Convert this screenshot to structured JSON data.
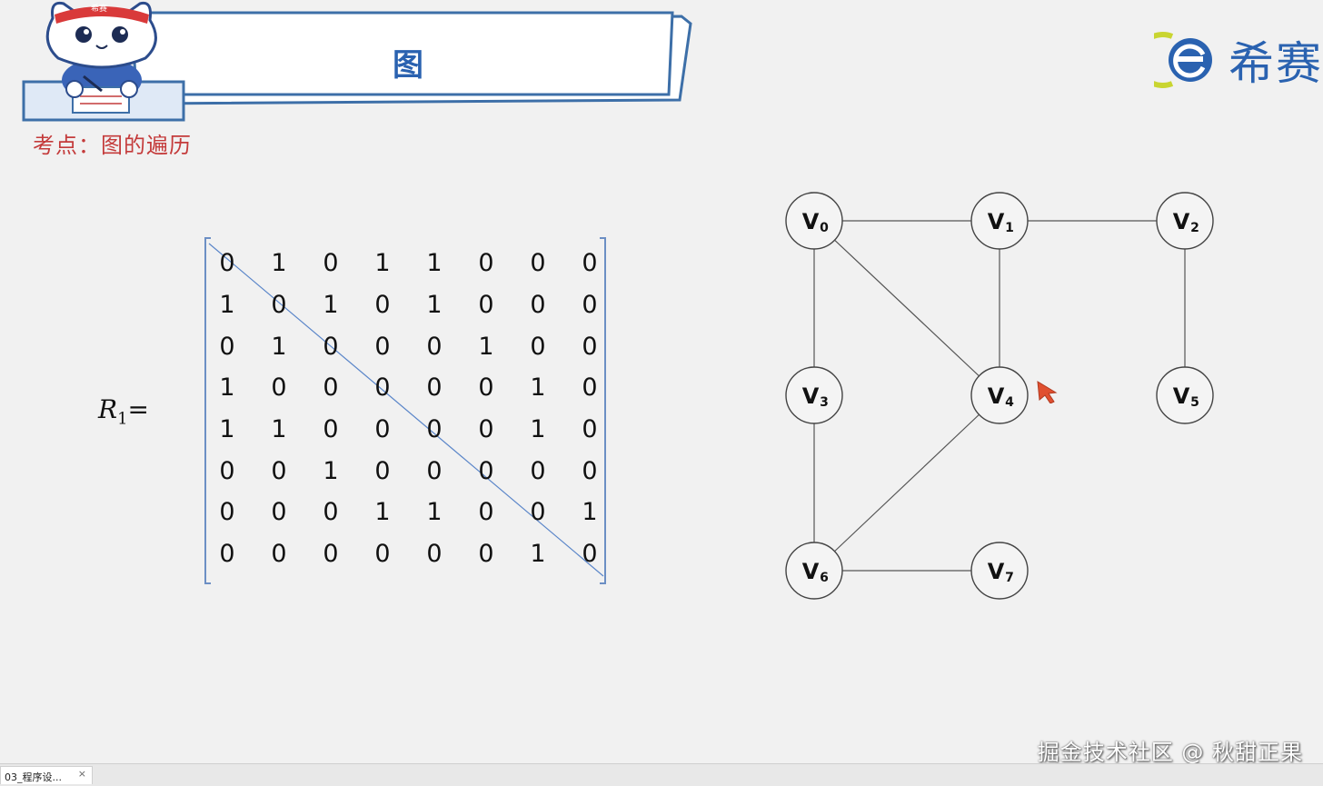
{
  "slide": {
    "title": "图",
    "subtitle": "考点：图的遍历",
    "logo": {
      "icon": "e-logo-icon",
      "text": "希赛"
    },
    "mascot": {
      "icon": "cat-mascot-icon",
      "headband_text": "希赛"
    }
  },
  "matrix": {
    "label": "R",
    "label_sub": "1",
    "label_eq": "=",
    "rows": [
      [
        "0",
        "1",
        "0",
        "1",
        "1",
        "0",
        "0",
        "0"
      ],
      [
        "1",
        "0",
        "1",
        "0",
        "1",
        "0",
        "0",
        "0"
      ],
      [
        "0",
        "1",
        "0",
        "0",
        "0",
        "1",
        "0",
        "0"
      ],
      [
        "1",
        "0",
        "0",
        "0",
        "0",
        "0",
        "1",
        "0"
      ],
      [
        "1",
        "1",
        "0",
        "0",
        "0",
        "0",
        "1",
        "0"
      ],
      [
        "0",
        "0",
        "1",
        "0",
        "0",
        "0",
        "0",
        "0"
      ],
      [
        "0",
        "0",
        "0",
        "1",
        "1",
        "0",
        "0",
        "1"
      ],
      [
        "0",
        "0",
        "0",
        "0",
        "0",
        "0",
        "1",
        "0"
      ]
    ],
    "diagonal_line": true
  },
  "graph": {
    "nodes": [
      {
        "id": "V0",
        "letter": "V",
        "sub": "0"
      },
      {
        "id": "V1",
        "letter": "V",
        "sub": "1"
      },
      {
        "id": "V2",
        "letter": "V",
        "sub": "2"
      },
      {
        "id": "V3",
        "letter": "V",
        "sub": "3"
      },
      {
        "id": "V4",
        "letter": "V",
        "sub": "4"
      },
      {
        "id": "V5",
        "letter": "V",
        "sub": "5"
      },
      {
        "id": "V6",
        "letter": "V",
        "sub": "6"
      },
      {
        "id": "V7",
        "letter": "V",
        "sub": "7"
      }
    ],
    "edges": [
      [
        "V0",
        "V1"
      ],
      [
        "V1",
        "V2"
      ],
      [
        "V0",
        "V3"
      ],
      [
        "V0",
        "V4"
      ],
      [
        "V1",
        "V4"
      ],
      [
        "V2",
        "V5"
      ],
      [
        "V3",
        "V6"
      ],
      [
        "V4",
        "V6"
      ],
      [
        "V6",
        "V7"
      ]
    ]
  },
  "watermark": "掘金技术社区 @ 秋甜正果",
  "taskbar": {
    "tab_label": "03_程序设...",
    "close_symbol": "×"
  },
  "colors": {
    "title": "#2a62b0",
    "subtitle": "#c43b3b",
    "cursor": "#e05030",
    "diagonal": "#5b86c9"
  }
}
